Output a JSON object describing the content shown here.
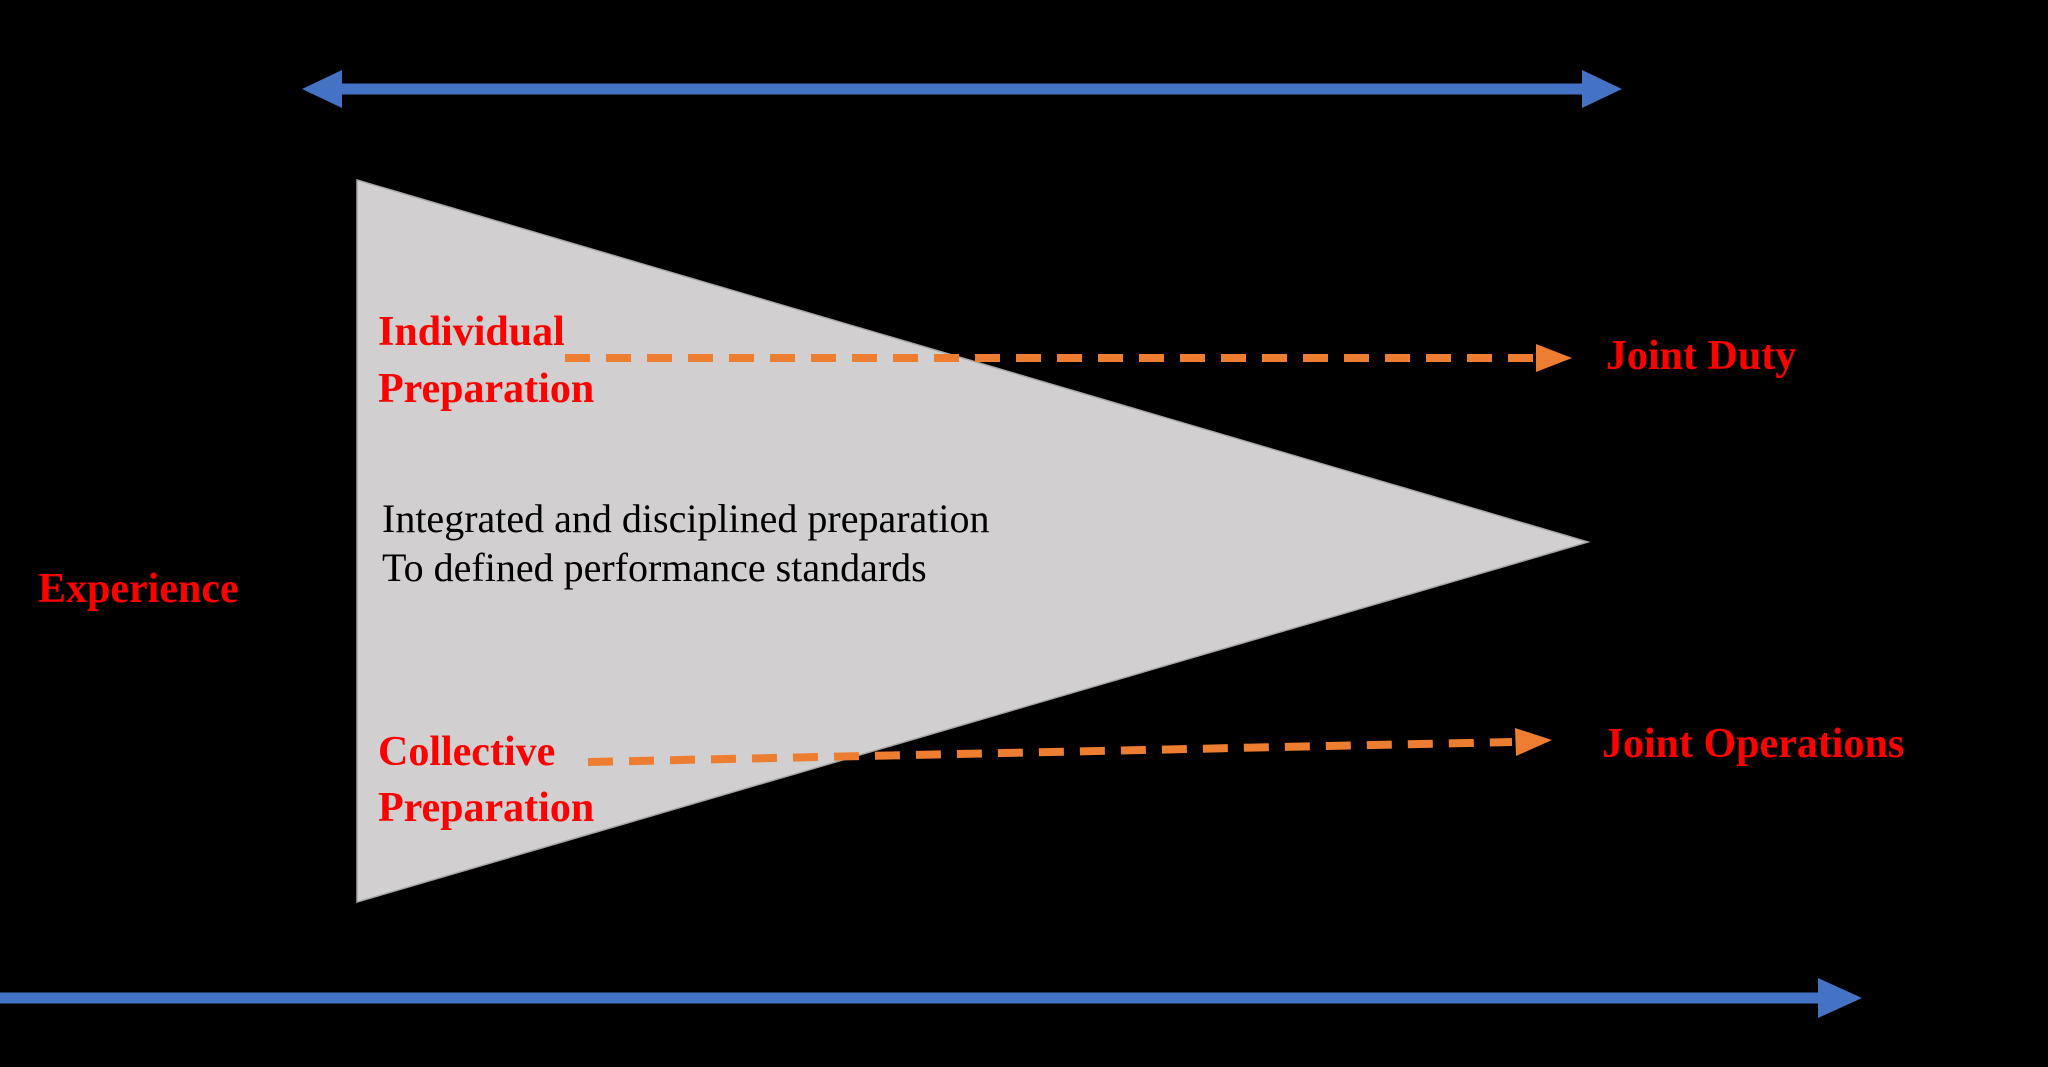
{
  "slide": {
    "type": "training-preparation-funnel-diagram",
    "background": "#000000"
  },
  "colors": {
    "axis_blue": "#4472C4",
    "dashed_orange": "#ED7D31",
    "label_red": "#FE0000",
    "funnel_gray": "#D1CFCF",
    "funnel_edge": "#A8A6A6",
    "funnel_text_black": "#000000"
  },
  "labels": {
    "individual_preparation": {
      "line1": "Individual",
      "line2": "Preparation"
    },
    "collective_preparation": {
      "line1": "Collective",
      "line2": "Preparation"
    },
    "experience": "Experience",
    "joint_duty": "Joint Duty",
    "joint_operations": "Joint Operations",
    "funnel": {
      "line1": "Integrated and disciplined preparation",
      "line2": "To defined performance standards"
    }
  },
  "icons": {
    "top_axis": "double-headed-horizontal-arrow",
    "bottom_axis": "right-headed-horizontal-arrow",
    "dashed_connectors": "orange-dashed-right-arrows",
    "funnel": "right-pointing-triangle"
  }
}
